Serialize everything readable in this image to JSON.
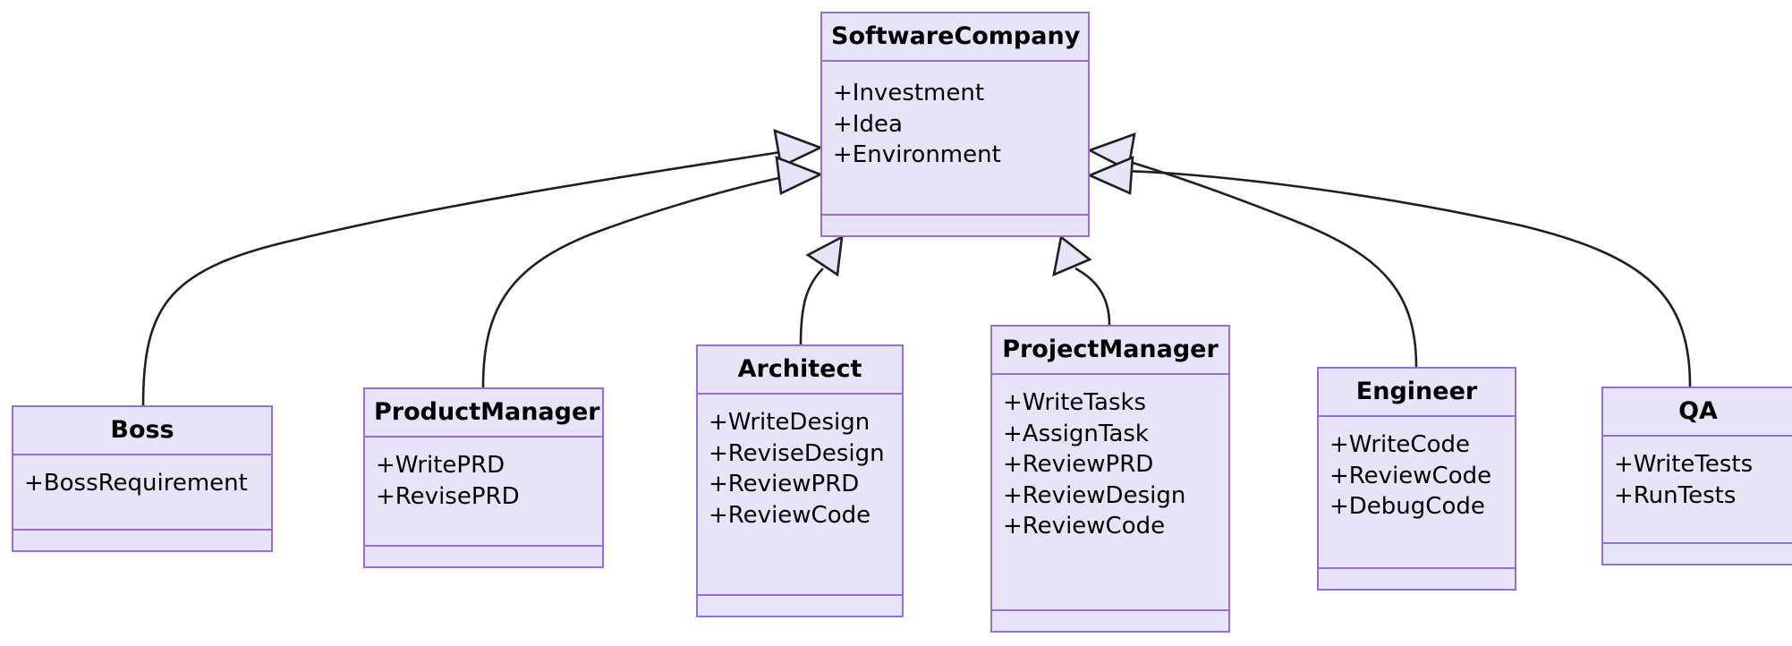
{
  "diagram": {
    "type": "uml-class-diagram",
    "relationship": "generalization",
    "colors": {
      "box_fill": "#e8e4f8",
      "box_border": "#9370d8",
      "edge_stroke": "#1f1f1f",
      "arrow_fill": "#e8e4f8",
      "text": "#000000",
      "background": "#ffffff"
    },
    "classes": [
      {
        "id": "softwarecompany",
        "name": "SoftwareCompany",
        "attributes": [
          "+Investment",
          "+Idea",
          "+Environment"
        ],
        "methods": []
      },
      {
        "id": "boss",
        "name": "Boss",
        "attributes": [
          "+BossRequirement"
        ],
        "methods": []
      },
      {
        "id": "productmanager",
        "name": "ProductManager",
        "attributes": [
          "+WritePRD",
          "+RevisePRD"
        ],
        "methods": []
      },
      {
        "id": "architect",
        "name": "Architect",
        "attributes": [
          "+WriteDesign",
          "+ReviseDesign",
          "+ReviewPRD",
          "+ReviewCode"
        ],
        "methods": []
      },
      {
        "id": "projectmanager",
        "name": "ProjectManager",
        "attributes": [
          "+WriteTasks",
          "+AssignTask",
          "+ReviewPRD",
          "+ReviewDesign",
          "+ReviewCode"
        ],
        "methods": []
      },
      {
        "id": "engineer",
        "name": "Engineer",
        "attributes": [
          "+WriteCode",
          "+ReviewCode",
          "+DebugCode"
        ],
        "methods": []
      },
      {
        "id": "qa",
        "name": "QA",
        "attributes": [
          "+WriteTests",
          "+RunTests"
        ],
        "methods": []
      }
    ],
    "edges": [
      {
        "from": "boss",
        "to": "softwarecompany",
        "kind": "generalization"
      },
      {
        "from": "productmanager",
        "to": "softwarecompany",
        "kind": "generalization"
      },
      {
        "from": "architect",
        "to": "softwarecompany",
        "kind": "generalization"
      },
      {
        "from": "projectmanager",
        "to": "softwarecompany",
        "kind": "generalization"
      },
      {
        "from": "engineer",
        "to": "softwarecompany",
        "kind": "generalization"
      },
      {
        "from": "qa",
        "to": "softwarecompany",
        "kind": "generalization"
      }
    ]
  }
}
